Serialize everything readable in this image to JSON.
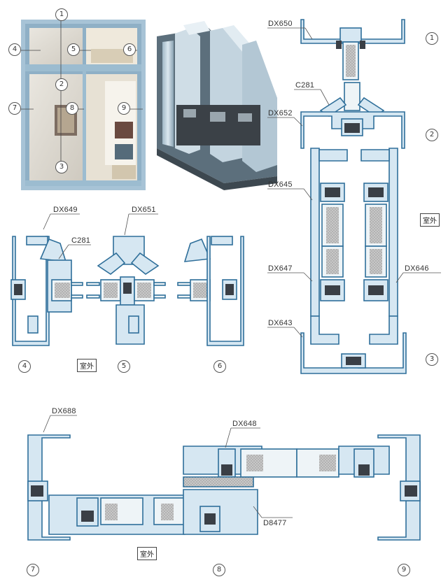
{
  "colors": {
    "profile_fill": "#d6e7f2",
    "profile_stroke": "#2f6f9a",
    "glass_fill": "#eef4f7",
    "spacer_fill": "#c9c9c9",
    "gasket_fill": "#3a3f46",
    "line": "#555555"
  },
  "photo": {
    "callouts": [
      "1",
      "2",
      "3",
      "4",
      "5",
      "6",
      "7",
      "8",
      "9"
    ]
  },
  "section_right": {
    "profiles": [
      "DX650",
      "C281",
      "DX652",
      "DX645",
      "DX647",
      "DX646",
      "DX643"
    ],
    "outdoor_label": "室外",
    "section_numbers": [
      "1",
      "2",
      "3"
    ]
  },
  "section_left": {
    "profiles": [
      "DX649",
      "C281",
      "DX651"
    ],
    "outdoor_label": "室外",
    "section_numbers": [
      "4",
      "5",
      "6"
    ]
  },
  "section_bottom": {
    "profiles": [
      "DX688",
      "DX648",
      "D8477"
    ],
    "outdoor_label": "室外",
    "section_numbers": [
      "7",
      "8",
      "9"
    ]
  }
}
